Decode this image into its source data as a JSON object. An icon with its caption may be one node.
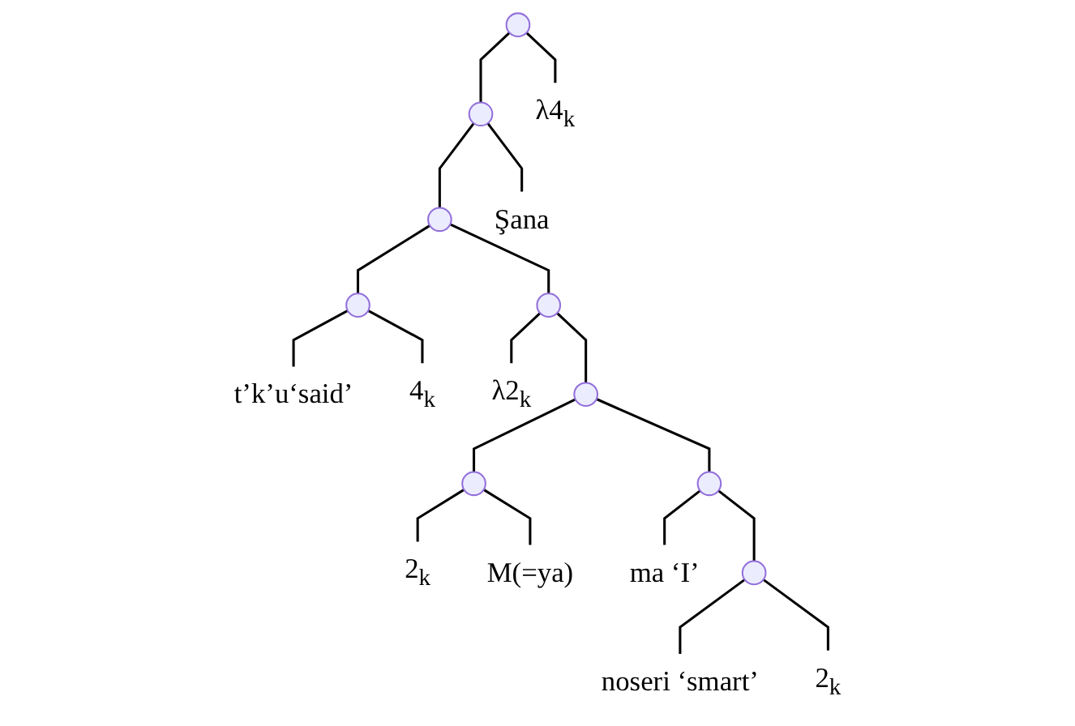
{
  "diagram": {
    "nodes": [
      {
        "text": [],
        "shape": "point"
      },
      {
        "text": [],
        "shape": "point"
      },
      {
        "text": [
          "λ4$_{k}$"
        ]
      },
      {
        "text": [],
        "shape": "point"
      },
      {
        "text": [
          "Şana"
        ]
      },
      {
        "text": [],
        "shape": "point"
      },
      {
        "text": [],
        "shape": "point"
      },
      {
        "text": [
          "t’k’u‘said’"
        ]
      },
      {
        "text": [
          "4$_{k}$"
        ]
      },
      {
        "text": [
          "λ2$_{k}$"
        ]
      },
      {
        "text": [],
        "shape": "point"
      },
      {
        "text": [],
        "shape": "point"
      },
      {
        "text": [],
        "shape": "point"
      },
      {
        "text": [
          "2$_{k}$"
        ]
      },
      {
        "text": [
          "M(=ya)"
        ]
      },
      {
        "text": [
          "ma ‘I’"
        ]
      },
      {
        "text": [],
        "shape": "point"
      },
      {
        "text": [
          "noseri ‘smart’"
        ]
      },
      {
        "text": [
          "2$_{k}$"
        ]
      }
    ],
    "edges": [
      {
        "from": 0,
        "to": 2,
        "arrow": "none"
      },
      {
        "from": 0,
        "to": 1,
        "arrow": "none"
      },
      {
        "from": 1,
        "to": 4,
        "arrow": "none"
      },
      {
        "from": 1,
        "to": 3,
        "arrow": "none"
      },
      {
        "from": 3,
        "to": 5,
        "arrow": "none"
      },
      {
        "from": 3,
        "to": 6,
        "arrow": "none"
      },
      {
        "from": 6,
        "to": 7,
        "arrow": "none"
      },
      {
        "from": 6,
        "to": 8,
        "arrow": "none"
      },
      {
        "from": 5,
        "to": 9,
        "arrow": "none"
      },
      {
        "from": 5,
        "to": 10,
        "arrow": "none"
      },
      {
        "from": 10,
        "to": 12,
        "arrow": "none"
      },
      {
        "from": 10,
        "to": 11,
        "arrow": "none"
      },
      {
        "from": 11,
        "to": 13,
        "arrow": "none"
      },
      {
        "from": 11,
        "to": 14,
        "arrow": "none"
      },
      {
        "from": 12,
        "to": 15,
        "arrow": "none"
      },
      {
        "from": 12,
        "to": 16,
        "arrow": "none"
      },
      {
        "from": 16,
        "to": 17,
        "arrow": "none"
      },
      {
        "from": 16,
        "to": 18,
        "arrow": "none"
      }
    ]
  }
}
